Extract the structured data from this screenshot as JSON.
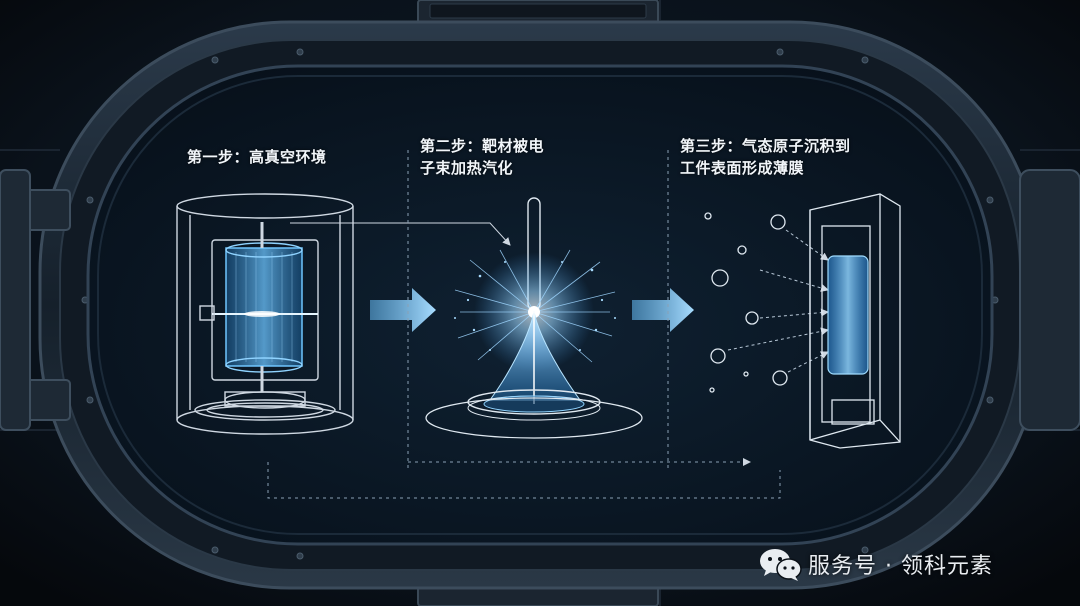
{
  "steps": [
    {
      "lines": [
        "第一步：高真空环境"
      ]
    },
    {
      "lines": [
        "第二步：靶材被电",
        "子束加热汽化"
      ]
    },
    {
      "lines": [
        "第三步：气态原子沉积到",
        "工件表面形成薄膜"
      ]
    }
  ],
  "watermark": {
    "text": "服务号 · 领科元素"
  },
  "colors": {
    "background": "#0a1017",
    "hatch_frame": "#1c2733",
    "accent_blue": "#4fb4ff",
    "line_art": "#cfd8e2",
    "arrow": "#7ec6f5"
  }
}
